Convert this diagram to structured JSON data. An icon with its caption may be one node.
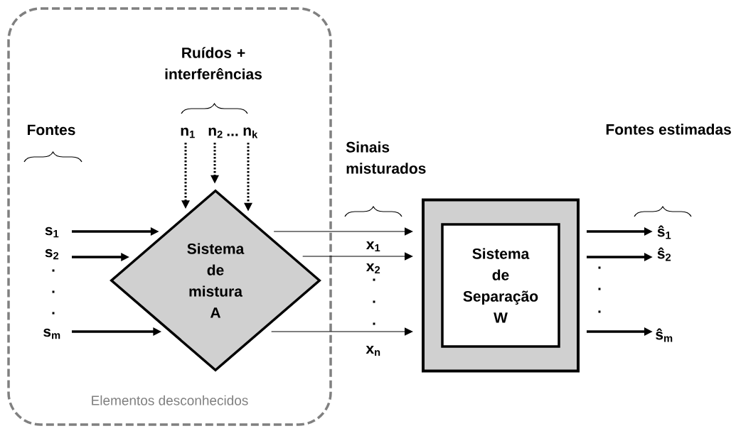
{
  "diagram": {
    "nodes": [
      {
        "text": [
          "Elementos desconhecidos"
        ]
      },
      {
        "text": [
          "n$_{1}$"
        ],
        "in": 0
      },
      {
        "text": [
          "n$_{2}$"
        ],
        "in": 0
      },
      {
        "text": [
          "n$_{k}$"
        ],
        "in": 0
      },
      {
        "text": [
          "s$_{1}$"
        ],
        "in": 0
      },
      {
        "text": [
          "s$_{2}$"
        ],
        "in": 0
      },
      {
        "text": [
          "s$_{m}$"
        ],
        "in": 0
      },
      {
        "text": [
          "Sistema de mistura A"
        ],
        "in": 0
      },
      {
        "text": [
          "Sistema de Separação W"
        ]
      },
      {
        "text": [
          "ŝ$_{1}$"
        ]
      },
      {
        "text": [
          "ŝ$_{2}$"
        ]
      },
      {
        "text": [
          "ŝ$_{m}$"
        ]
      }
    ],
    "edges": [
      {
        "from": 1,
        "to": 7,
        "arrow": "to",
        "style": "dashed"
      },
      {
        "from": 2,
        "to": 7,
        "arrow": "to",
        "style": "dashed"
      },
      {
        "from": 3,
        "to": 7,
        "arrow": "to",
        "style": "dashed"
      },
      {
        "from": 4,
        "to": 7,
        "arrow": "to"
      },
      {
        "from": 5,
        "to": 7,
        "arrow": "to"
      },
      {
        "from": 6,
        "to": 7,
        "arrow": "to"
      },
      {
        "from": 7,
        "to": 8,
        "arrow": "to",
        "label": "x$_{1}$"
      },
      {
        "from": 7,
        "to": 8,
        "arrow": "to",
        "label": "x$_{2}$"
      },
      {
        "from": 7,
        "to": 8,
        "arrow": "to",
        "label": "x$_{n}$"
      },
      {
        "from": 8,
        "to": 9,
        "arrow": "to"
      },
      {
        "from": 8,
        "to": 10,
        "arrow": "to"
      },
      {
        "from": 8,
        "to": 11,
        "arrow": "to"
      }
    ],
    "labels": [
      "Ruídos + interferências",
      "...",
      "Fontes",
      "Sinais misturados",
      "Fontes estimadas",
      ".",
      ".",
      ".",
      ".",
      ".",
      ".",
      ".",
      ".",
      "."
    ]
  }
}
